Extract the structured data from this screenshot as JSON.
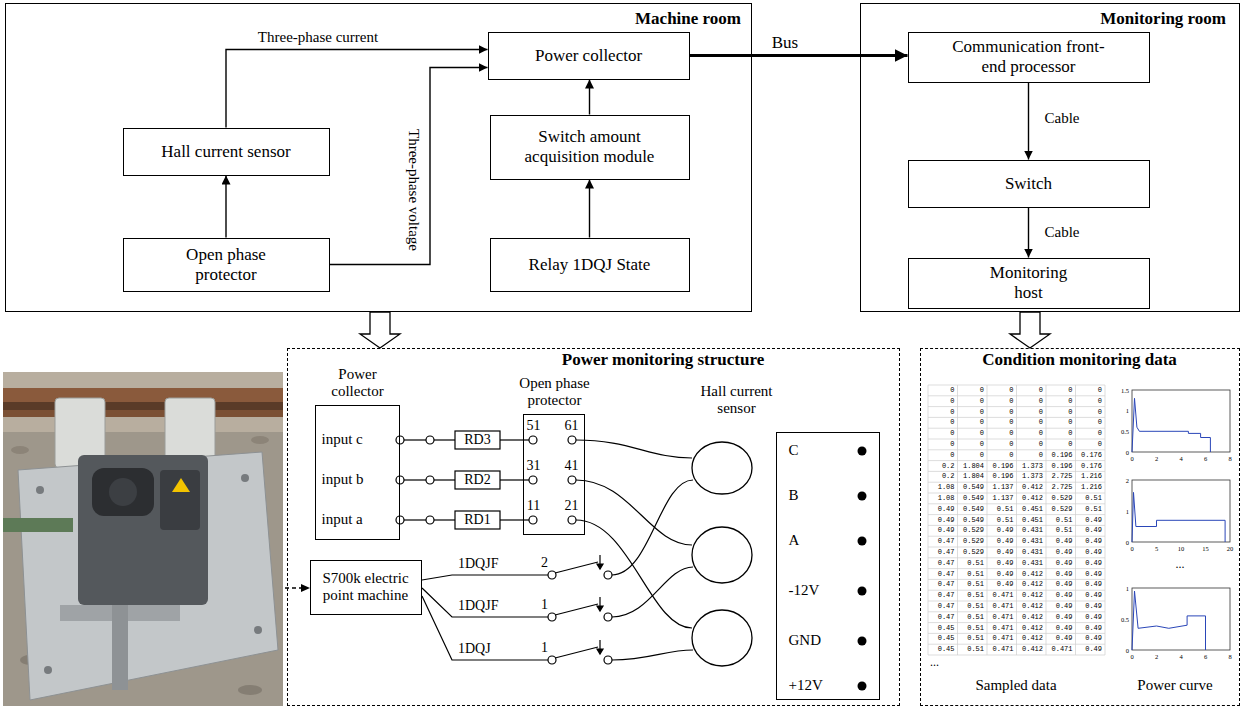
{
  "diagram": {
    "nodes": [
      {
        "text": [
          "Machine room"
        ]
      },
      {
        "text": [
          "Power collector"
        ],
        "in": 0
      },
      {
        "text": [
          "Hall current sensor"
        ],
        "in": 0
      },
      {
        "text": [
          "Switch amount acquisition module"
        ],
        "in": 0
      },
      {
        "text": [
          "Open phase protector"
        ],
        "in": 0
      },
      {
        "text": [
          "Relay 1DQJ State"
        ],
        "in": 0
      },
      {
        "text": [
          "Monitoring room"
        ]
      },
      {
        "text": [
          "Communication front-end processor"
        ],
        "in": 6
      },
      {
        "text": [
          "Switch"
        ],
        "in": 6
      },
      {
        "text": [
          "Monitoring host"
        ],
        "in": 6
      },
      {
        "text": [
          "Power monitoring structure"
        ]
      },
      {
        "text": [
          "Power collector",
          "input c",
          "input b",
          "input a"
        ],
        "in": 10
      },
      {
        "text": [
          "Open phase protector",
          "51",
          "61",
          "31",
          "41",
          "11",
          "21"
        ],
        "in": 10
      },
      {
        "text": [
          "Hall current sensor",
          "C",
          "B",
          "A",
          "-12V",
          "GND",
          "+12V"
        ],
        "in": 10
      },
      {
        "text": [
          "S700k electric point machine"
        ],
        "in": 10
      },
      {
        "text": [
          "Condition monitoring data"
        ]
      }
    ],
    "edges": [
      {
        "from": 2,
        "to": 1,
        "arrow": "to",
        "label": "Three-phase current"
      },
      {
        "from": 4,
        "to": 2,
        "arrow": "to"
      },
      {
        "from": 4,
        "to": 1,
        "arrow": "to",
        "label": "Three-phase voltage"
      },
      {
        "from": 3,
        "to": 1,
        "arrow": "to"
      },
      {
        "from": 5,
        "to": 3,
        "arrow": "to"
      },
      {
        "from": 1,
        "to": 7,
        "arrow": "to",
        "label": "Bus"
      },
      {
        "from": 7,
        "to": 8,
        "arrow": "to",
        "label": "Cable"
      },
      {
        "from": 8,
        "to": 9,
        "arrow": "to",
        "label": "Cable"
      },
      {
        "from": 0,
        "to": 10,
        "arrow": "to"
      },
      {
        "from": 6,
        "to": 15,
        "arrow": "to"
      }
    ],
    "labels": [
      "RD3",
      "RD2",
      "RD1",
      "1DQJF",
      "2",
      "1DQJF",
      "1",
      "1DQJ",
      "1",
      "Sampled data",
      "Power curve",
      "...",
      "...",
      "1.5",
      "1",
      "0.5",
      "0",
      "0",
      "2",
      "4",
      "6",
      "8",
      "2",
      "1",
      "0",
      "0",
      "5",
      "10",
      "15",
      "20",
      "1",
      "0.5",
      "0",
      "0",
      "2",
      "4",
      "6",
      "8",
      "0",
      "0",
      "0",
      "0",
      "0",
      "0",
      "0",
      "0",
      "0",
      "0",
      "0",
      "0",
      "0",
      "0",
      "0",
      "0",
      "0",
      "0",
      "0",
      "0",
      "0",
      "0",
      "0",
      "0",
      "0",
      "0",
      "0",
      "0",
      "0",
      "0",
      "0",
      "0",
      "0",
      "0",
      "0",
      "0",
      "0",
      "0",
      "0",
      "0",
      "0.196",
      "0.176",
      "0.2",
      "1.804",
      "0.196",
      "1.373",
      "0.196",
      "0.176",
      "0.2",
      "1.804",
      "0.196",
      "1.373",
      "2.725",
      "1.216",
      "1.08",
      "0.549",
      "1.137",
      "0.412",
      "2.725",
      "1.216",
      "1.08",
      "0.549",
      "1.137",
      "0.412",
      "0.529",
      "0.51",
      "0.49",
      "0.549",
      "0.51",
      "0.451",
      "0.529",
      "0.51",
      "0.49",
      "0.549",
      "0.51",
      "0.451",
      "0.51",
      "0.49",
      "0.49",
      "0.529",
      "0.49",
      "0.431",
      "0.51",
      "0.49",
      "0.47",
      "0.529",
      "0.49",
      "0.431",
      "0.49",
      "0.49",
      "0.47",
      "0.529",
      "0.49",
      "0.431",
      "0.49",
      "0.49",
      "0.47",
      "0.51",
      "0.49",
      "0.431",
      "0.49",
      "0.49",
      "0.47",
      "0.51",
      "0.49",
      "0.412",
      "0.49",
      "0.49",
      "0.47",
      "0.51",
      "0.49",
      "0.412",
      "0.49",
      "0.49",
      "0.47",
      "0.51",
      "0.471",
      "0.412",
      "0.49",
      "0.49",
      "0.47",
      "0.51",
      "0.471",
      "0.412",
      "0.49",
      "0.49",
      "0.47",
      "0.51",
      "0.471",
      "0.412",
      "0.49",
      "0.49",
      "0.45",
      "0.51",
      "0.471",
      "0.412",
      "0.49",
      "0.49",
      "0.45",
      "0.51",
      "0.471",
      "0.412",
      "0.49",
      "0.49",
      "0.45",
      "0.51",
      "0.471",
      "0.412",
      "0.471",
      "0.49"
    ]
  }
}
